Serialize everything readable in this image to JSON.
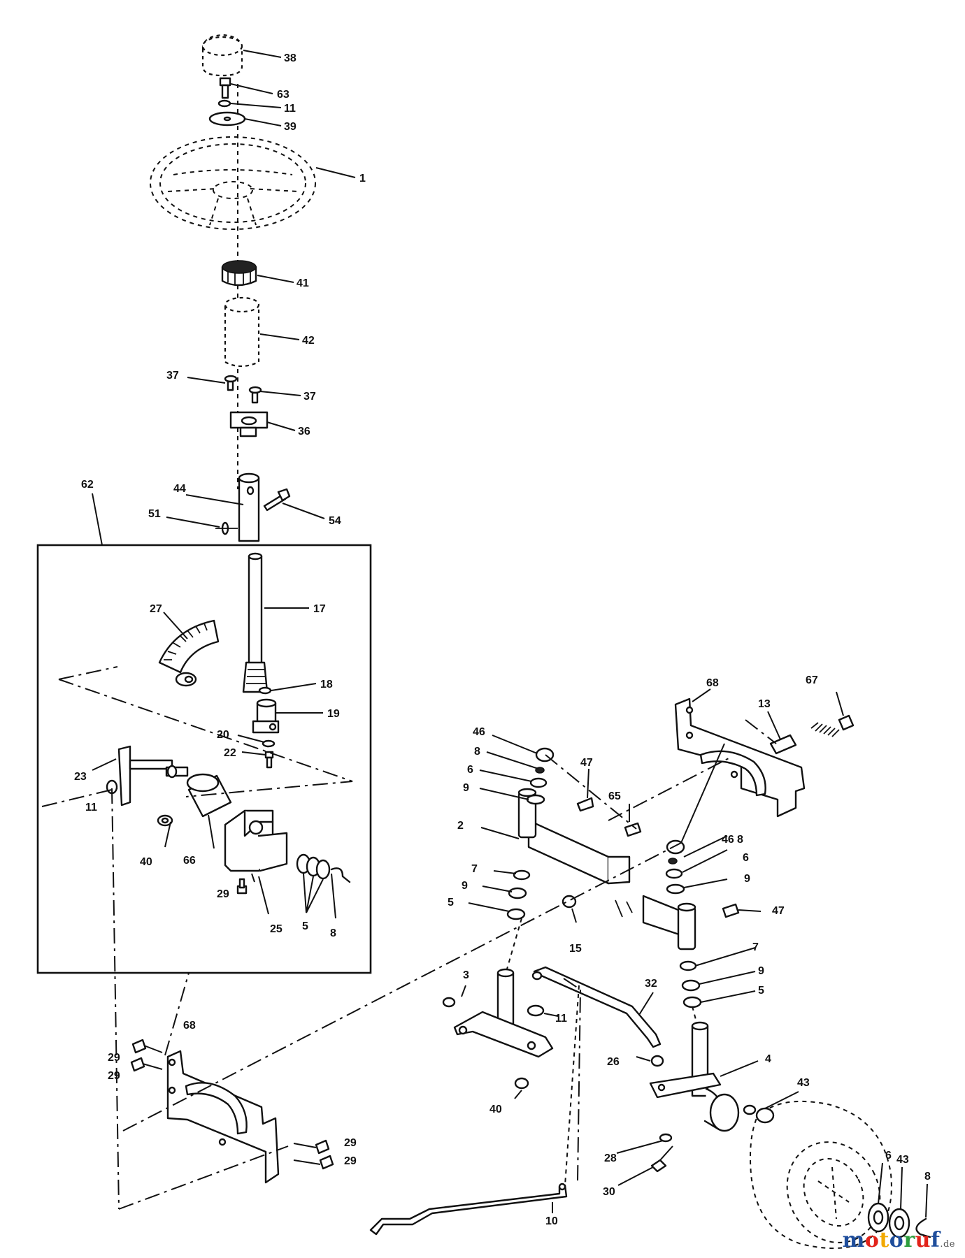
{
  "callouts": [
    {
      "id": "c38",
      "text": "38"
    },
    {
      "id": "c63",
      "text": "63"
    },
    {
      "id": "c11a",
      "text": "11"
    },
    {
      "id": "c39",
      "text": "39"
    },
    {
      "id": "c1",
      "text": "1"
    },
    {
      "id": "c41",
      "text": "41"
    },
    {
      "id": "c42",
      "text": "42"
    },
    {
      "id": "c37a",
      "text": "37"
    },
    {
      "id": "c37b",
      "text": "37"
    },
    {
      "id": "c36",
      "text": "36"
    },
    {
      "id": "c62",
      "text": "62"
    },
    {
      "id": "c44",
      "text": "44"
    },
    {
      "id": "c51",
      "text": "51"
    },
    {
      "id": "c54",
      "text": "54"
    },
    {
      "id": "c17",
      "text": "17"
    },
    {
      "id": "c27",
      "text": "27"
    },
    {
      "id": "c18",
      "text": "18"
    },
    {
      "id": "c19",
      "text": "19"
    },
    {
      "id": "c20",
      "text": "20"
    },
    {
      "id": "c22",
      "text": "22"
    },
    {
      "id": "c23",
      "text": "23"
    },
    {
      "id": "c11b",
      "text": "11"
    },
    {
      "id": "c40a",
      "text": "40"
    },
    {
      "id": "c66",
      "text": "66"
    },
    {
      "id": "c29a",
      "text": "29"
    },
    {
      "id": "c25",
      "text": "25"
    },
    {
      "id": "c5a",
      "text": "5"
    },
    {
      "id": "c8a",
      "text": "8"
    },
    {
      "id": "c68a",
      "text": "68"
    },
    {
      "id": "c67",
      "text": "67"
    },
    {
      "id": "c13",
      "text": "13"
    },
    {
      "id": "c46a",
      "text": "46"
    },
    {
      "id": "c8b",
      "text": "8"
    },
    {
      "id": "c6a",
      "text": "6"
    },
    {
      "id": "c9a",
      "text": "9"
    },
    {
      "id": "c47a",
      "text": "47"
    },
    {
      "id": "c65",
      "text": "65"
    },
    {
      "id": "c2",
      "text": "2"
    },
    {
      "id": "c7a",
      "text": "7"
    },
    {
      "id": "c9b",
      "text": "9"
    },
    {
      "id": "c5b",
      "text": "5"
    },
    {
      "id": "c15",
      "text": "15"
    },
    {
      "id": "c46b",
      "text": "46"
    },
    {
      "id": "c8c",
      "text": "8"
    },
    {
      "id": "c6b",
      "text": "6"
    },
    {
      "id": "c9c",
      "text": "9"
    },
    {
      "id": "c47b",
      "text": "47"
    },
    {
      "id": "c7b",
      "text": "7"
    },
    {
      "id": "c9d",
      "text": "9"
    },
    {
      "id": "c5c",
      "text": "5"
    },
    {
      "id": "c3",
      "text": "3"
    },
    {
      "id": "c11c",
      "text": "11"
    },
    {
      "id": "c32",
      "text": "32"
    },
    {
      "id": "c4",
      "text": "4"
    },
    {
      "id": "c26",
      "text": "26"
    },
    {
      "id": "c68b",
      "text": "68"
    },
    {
      "id": "c29b",
      "text": "29"
    },
    {
      "id": "c29c",
      "text": "29"
    },
    {
      "id": "c40b",
      "text": "40"
    },
    {
      "id": "c29d",
      "text": "29"
    },
    {
      "id": "c29e",
      "text": "29"
    },
    {
      "id": "c10",
      "text": "10"
    },
    {
      "id": "c28",
      "text": "28"
    },
    {
      "id": "c30",
      "text": "30"
    },
    {
      "id": "c43a",
      "text": "43"
    },
    {
      "id": "c6c",
      "text": "6"
    },
    {
      "id": "c43b",
      "text": "43"
    },
    {
      "id": "c8d",
      "text": "8"
    }
  ],
  "watermark": {
    "letters": [
      {
        "char": "m",
        "color": "#1f4e9c"
      },
      {
        "char": "o",
        "color": "#e2231a"
      },
      {
        "char": "t",
        "color": "#f2a900"
      },
      {
        "char": "o",
        "color": "#1f4e9c"
      },
      {
        "char": "r",
        "color": "#2e9e3e"
      },
      {
        "char": "u",
        "color": "#e2231a"
      },
      {
        "char": "f",
        "color": "#1f4e9c"
      }
    ],
    "suffix": ".de"
  }
}
